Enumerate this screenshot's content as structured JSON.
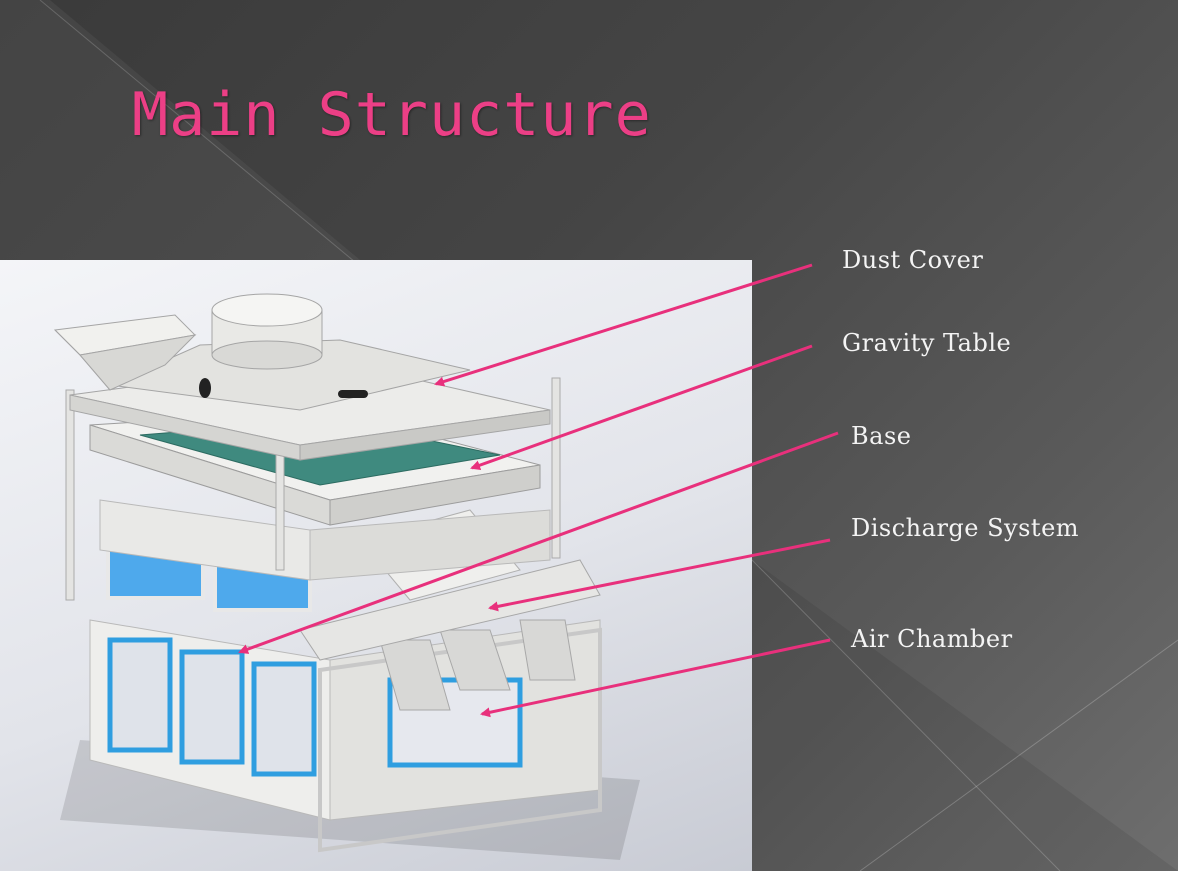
{
  "slide": {
    "title": "Main Structure",
    "title_color": "#ec3f86",
    "arrow_color": "#e8307c",
    "frame_color": "#2f9ee0"
  },
  "callouts": [
    {
      "label": "Dust Cover"
    },
    {
      "label": "Gravity Table"
    },
    {
      "label": "Base"
    },
    {
      "label": "Discharge System"
    },
    {
      "label": "Air Chamber"
    }
  ]
}
